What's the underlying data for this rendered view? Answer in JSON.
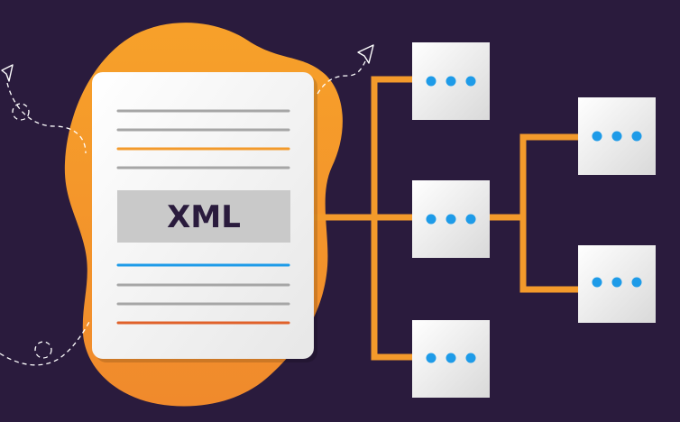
{
  "document": {
    "label": "XML"
  },
  "colors": {
    "background": "#2a1b3d",
    "blob": "#f39a2b",
    "connector": "#f39a2b",
    "dots": "#1e9be8",
    "document": "#f7f7f7",
    "label_bar": "#c9c9c9",
    "label_text": "#2a1b3d"
  },
  "nodes": [
    {
      "id": "node-top"
    },
    {
      "id": "node-middle"
    },
    {
      "id": "node-bottom"
    },
    {
      "id": "node-child-top"
    },
    {
      "id": "node-child-bottom"
    }
  ]
}
